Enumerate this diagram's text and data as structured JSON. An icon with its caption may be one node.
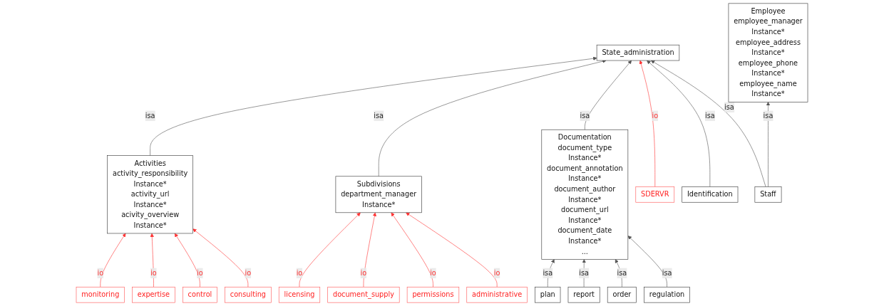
{
  "diagram": {
    "nodes": [
      {
        "text": [
          "State_administration"
        ]
      },
      {
        "text": [
          "Employee",
          "employee_manager",
          "Instance*",
          "employee_address",
          "Instance*",
          "employee_phone",
          "Instance*",
          "employee_name",
          "Instance*"
        ]
      },
      {
        "text": [
          "Activities",
          "activity_responsibility",
          "Instance*",
          "activity_url",
          "Instance*",
          "acivity_overview",
          "Instance*"
        ]
      },
      {
        "text": [
          "Subdivisions",
          "department_manager",
          "Instance*"
        ]
      },
      {
        "text": [
          "Documentation",
          "document_type",
          "Instance*",
          "document_annotation",
          "Instance*",
          "document_author",
          "Instance*",
          "document_url",
          "Instance*",
          "document_date",
          "Instance*",
          "..."
        ]
      },
      {
        "text": [
          "SDERVR"
        ]
      },
      {
        "text": [
          "Identification"
        ]
      },
      {
        "text": [
          "Staff"
        ]
      },
      {
        "text": [
          "monitoring"
        ]
      },
      {
        "text": [
          "expertise"
        ]
      },
      {
        "text": [
          "control"
        ]
      },
      {
        "text": [
          "consulting"
        ]
      },
      {
        "text": [
          "licensing"
        ]
      },
      {
        "text": [
          "document_supply"
        ]
      },
      {
        "text": [
          "permissions"
        ]
      },
      {
        "text": [
          "administrative"
        ]
      },
      {
        "text": [
          "plan"
        ]
      },
      {
        "text": [
          "report"
        ]
      },
      {
        "text": [
          "order"
        ]
      },
      {
        "text": [
          "regulation"
        ]
      }
    ],
    "edges": [
      {
        "from": 2,
        "to": 0,
        "arrow": "to",
        "label": "isa"
      },
      {
        "from": 3,
        "to": 0,
        "arrow": "to",
        "label": "isa"
      },
      {
        "from": 4,
        "to": 0,
        "arrow": "to",
        "label": "isa"
      },
      {
        "from": 5,
        "to": 0,
        "arrow": "to",
        "label": "io",
        "color": "#ff3333"
      },
      {
        "from": 6,
        "to": 0,
        "arrow": "to",
        "label": "isa"
      },
      {
        "from": 7,
        "to": 0,
        "arrow": "to",
        "label": "isa"
      },
      {
        "from": 7,
        "to": 1,
        "arrow": "to",
        "label": "isa"
      },
      {
        "from": 8,
        "to": 2,
        "arrow": "to",
        "label": "io",
        "color": "#ff3333"
      },
      {
        "from": 9,
        "to": 2,
        "arrow": "to",
        "label": "io",
        "color": "#ff3333"
      },
      {
        "from": 10,
        "to": 2,
        "arrow": "to",
        "label": "io",
        "color": "#ff3333"
      },
      {
        "from": 11,
        "to": 2,
        "arrow": "to",
        "label": "io",
        "color": "#ff3333"
      },
      {
        "from": 12,
        "to": 3,
        "arrow": "to",
        "label": "io",
        "color": "#ff3333"
      },
      {
        "from": 13,
        "to": 3,
        "arrow": "to",
        "label": "io",
        "color": "#ff3333"
      },
      {
        "from": 14,
        "to": 3,
        "arrow": "to",
        "label": "io",
        "color": "#ff3333"
      },
      {
        "from": 15,
        "to": 3,
        "arrow": "to",
        "label": "io",
        "color": "#ff3333"
      },
      {
        "from": 16,
        "to": 4,
        "arrow": "to",
        "label": "isa"
      },
      {
        "from": 17,
        "to": 4,
        "arrow": "to",
        "label": "isa"
      },
      {
        "from": 18,
        "to": 4,
        "arrow": "to",
        "label": "isa"
      },
      {
        "from": 19,
        "to": 4,
        "arrow": "to",
        "label": "isa"
      }
    ]
  }
}
